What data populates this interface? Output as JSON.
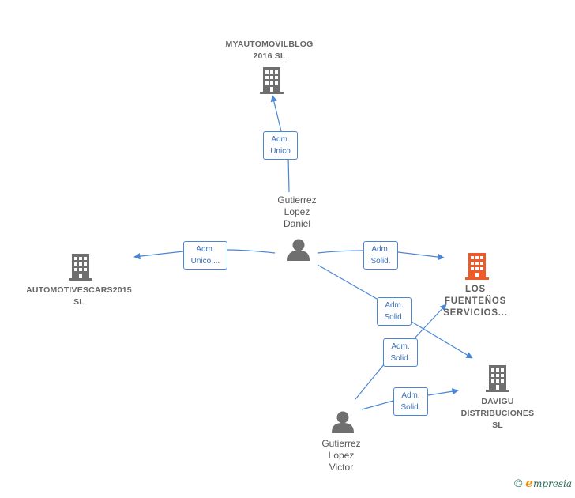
{
  "nodes": {
    "myautomovilblog": {
      "label": "MYAUTOMOVILBLOG\n2016  SL",
      "icon": "building-icon"
    },
    "automotivescars": {
      "label": "AUTOMOTIVESCARS2015\nSL",
      "icon": "building-icon"
    },
    "los_fuentenos": {
      "label": "LOS\nFUENTEÑOS\nSERVICIOS...",
      "icon": "building-icon",
      "color": "#ec5b2a"
    },
    "davigu": {
      "label": "DAVIGU\nDISTRIBUCIONES\nSL",
      "icon": "building-icon"
    },
    "gutierrez_daniel": {
      "label": "Gutierrez\nLopez\nDaniel",
      "icon": "person-icon"
    },
    "gutierrez_victor": {
      "label": "Gutierrez\nLopez\nVictor",
      "icon": "person-icon"
    }
  },
  "edges": [
    {
      "from": "gutierrez_daniel",
      "to": "myautomovilblog",
      "label": "Adm.\nUnico"
    },
    {
      "from": "gutierrez_daniel",
      "to": "automotivescars",
      "label": "Adm.\nUnico,..."
    },
    {
      "from": "gutierrez_daniel",
      "to": "los_fuentenos",
      "label": "Adm.\nSolid."
    },
    {
      "from": "gutierrez_daniel",
      "to": "davigu",
      "label": "Adm.\nSolid."
    },
    {
      "from": "gutierrez_victor",
      "to": "los_fuentenos",
      "label": "Adm.\nSolid."
    },
    {
      "from": "gutierrez_victor",
      "to": "davigu",
      "label": "Adm.\nSolid."
    }
  ],
  "colors": {
    "edge": "#4a86d4",
    "icon": "#6f6f6f",
    "highlight": "#ec5b2a"
  },
  "brand": {
    "copyright": "©",
    "name_initial": "e",
    "name_rest": "mpresia"
  }
}
